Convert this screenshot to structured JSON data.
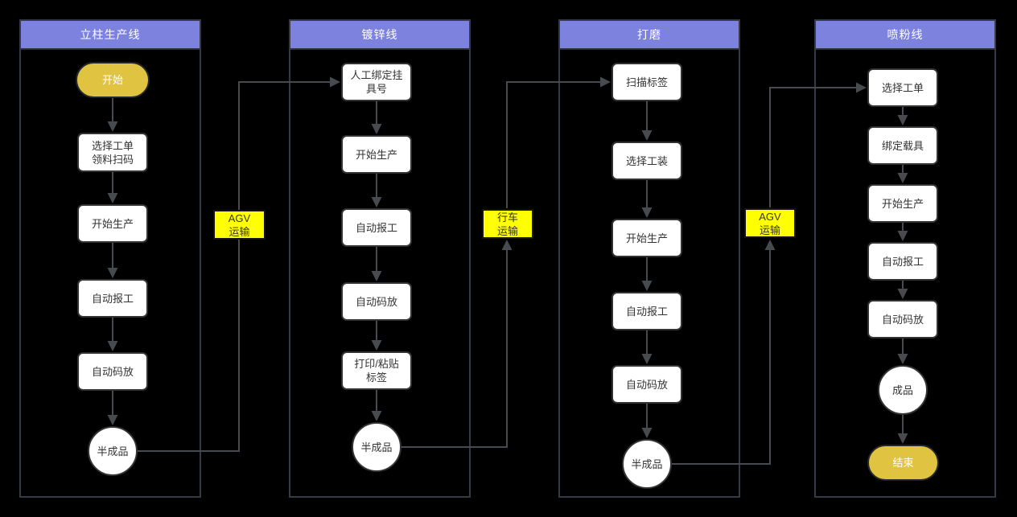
{
  "diagram": {
    "lanes": [
      {
        "title": "立柱生产线",
        "nodes": [
          {
            "kind": "start",
            "lines": [
              "开始"
            ]
          },
          {
            "kind": "process",
            "lines": [
              "选择工单",
              "领料扫码"
            ]
          },
          {
            "kind": "process",
            "lines": [
              "开始生产"
            ]
          },
          {
            "kind": "process",
            "lines": [
              "自动报工"
            ]
          },
          {
            "kind": "process",
            "lines": [
              "自动码放"
            ]
          },
          {
            "kind": "circle",
            "lines": [
              "半成品"
            ]
          }
        ]
      },
      {
        "title": "镀锌线",
        "nodes": [
          {
            "kind": "process",
            "lines": [
              "人工绑定挂",
              "具号"
            ]
          },
          {
            "kind": "process",
            "lines": [
              "开始生产"
            ]
          },
          {
            "kind": "process",
            "lines": [
              "自动报工"
            ]
          },
          {
            "kind": "process",
            "lines": [
              "自动码放"
            ]
          },
          {
            "kind": "process",
            "lines": [
              "打印/粘贴",
              "标签"
            ]
          },
          {
            "kind": "circle",
            "lines": [
              "半成品"
            ]
          }
        ]
      },
      {
        "title": "打磨",
        "nodes": [
          {
            "kind": "process",
            "lines": [
              "扫描标签"
            ]
          },
          {
            "kind": "process",
            "lines": [
              "选择工装"
            ]
          },
          {
            "kind": "process",
            "lines": [
              "开始生产"
            ]
          },
          {
            "kind": "process",
            "lines": [
              "自动报工"
            ]
          },
          {
            "kind": "process",
            "lines": [
              "自动码放"
            ]
          },
          {
            "kind": "circle",
            "lines": [
              "半成品"
            ]
          }
        ]
      },
      {
        "title": "喷粉线",
        "nodes": [
          {
            "kind": "process",
            "lines": [
              "选择工单"
            ]
          },
          {
            "kind": "process",
            "lines": [
              "绑定载具"
            ]
          },
          {
            "kind": "process",
            "lines": [
              "开始生产"
            ]
          },
          {
            "kind": "process",
            "lines": [
              "自动报工"
            ]
          },
          {
            "kind": "process",
            "lines": [
              "自动码放"
            ]
          },
          {
            "kind": "circle",
            "lines": [
              "成品"
            ]
          },
          {
            "kind": "end",
            "lines": [
              "结束"
            ]
          }
        ]
      }
    ],
    "transports": [
      {
        "lines": [
          "AGV",
          "运输"
        ]
      },
      {
        "lines": [
          "行车",
          "运输"
        ]
      },
      {
        "lines": [
          "AGV",
          "运输"
        ]
      }
    ],
    "colors": {
      "header_bg": "#7c82de",
      "terminal_bg": "#e0c341",
      "transport_bg": "#ffff00",
      "node_bg": "#ffffff",
      "edge": "#474b50",
      "lane_border": "#343a46",
      "background": "#000000"
    }
  }
}
